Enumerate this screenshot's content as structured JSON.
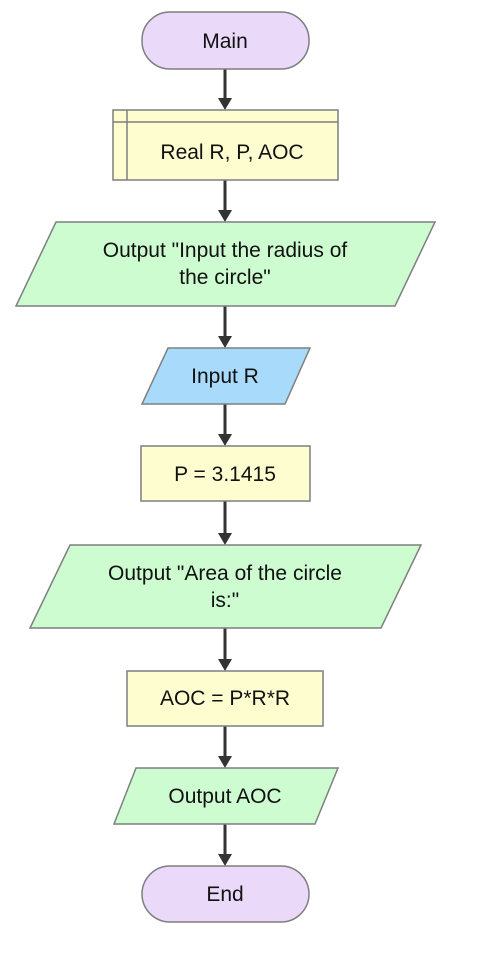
{
  "flowchart": {
    "colors": {
      "terminal_fill": "#ead9f8",
      "declare_fill": "#fdfdd0",
      "process_fill": "#fdfdd0",
      "output_fill": "#cdfcd0",
      "input_fill": "#a8dbfb",
      "stroke": "#7f7f7f",
      "arrow": "#333333"
    },
    "nodes": [
      {
        "id": "main",
        "type": "terminal",
        "lines": [
          "Main"
        ]
      },
      {
        "id": "declare",
        "type": "declare",
        "lines": [
          "Real R, P, AOC"
        ]
      },
      {
        "id": "output-prompt",
        "type": "output",
        "lines": [
          "Output \"Input the radius of",
          "the circle\""
        ]
      },
      {
        "id": "input-r",
        "type": "input",
        "lines": [
          "Input R"
        ]
      },
      {
        "id": "assign-p",
        "type": "process",
        "lines": [
          "P = 3.1415"
        ]
      },
      {
        "id": "output-area-label",
        "type": "output",
        "lines": [
          "Output \"Area of the circle",
          "is:\""
        ]
      },
      {
        "id": "assign-aoc",
        "type": "process",
        "lines": [
          "AOC = P*R*R"
        ]
      },
      {
        "id": "output-aoc",
        "type": "output",
        "lines": [
          "Output AOC"
        ]
      },
      {
        "id": "end",
        "type": "terminal",
        "lines": [
          "End"
        ]
      }
    ]
  }
}
